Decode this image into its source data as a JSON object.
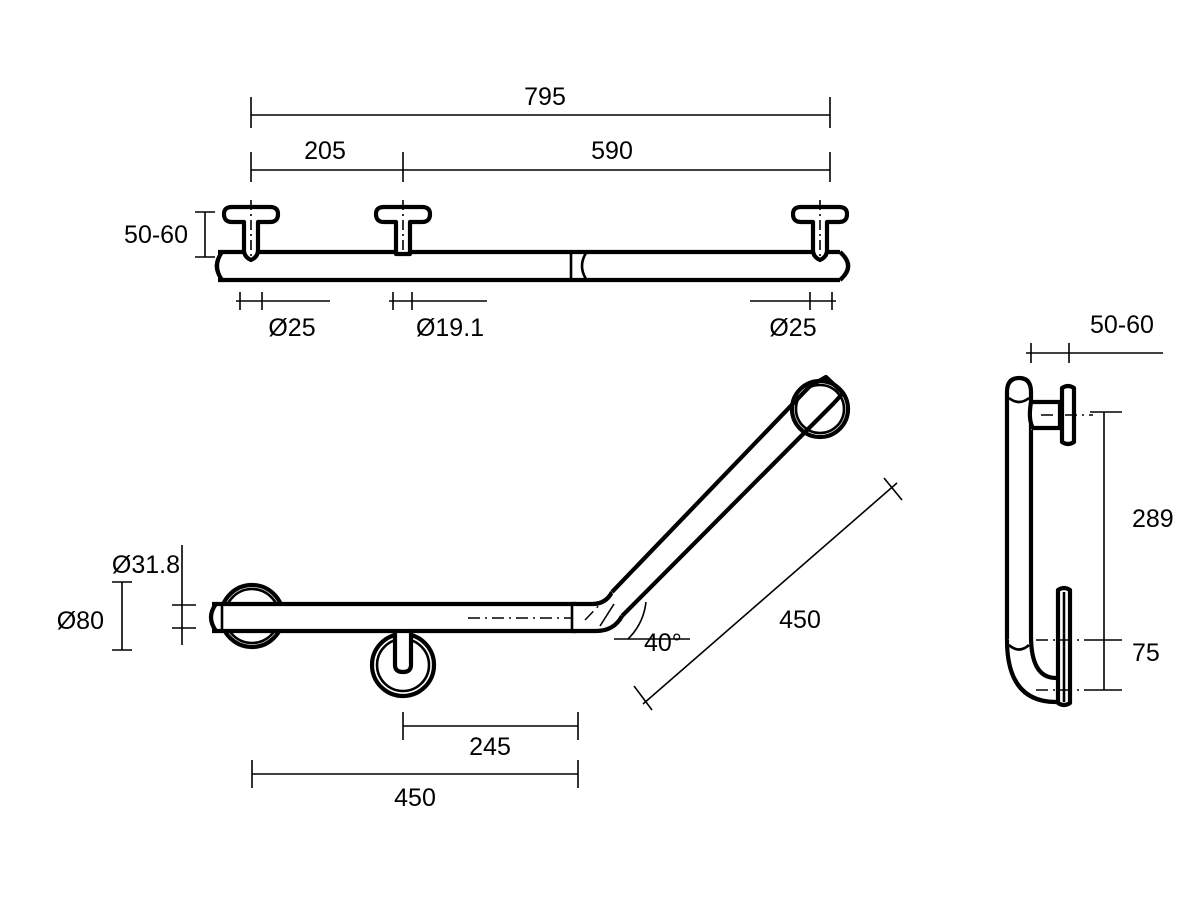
{
  "drawing": {
    "title": "Angled grab rail technical drawing",
    "units": "mm",
    "line_color": "#000000",
    "background_color": "#ffffff"
  },
  "views": {
    "top": {
      "name": "front-elevation-view",
      "dimensions": {
        "overall_length": "795",
        "first_segment": "205",
        "second_segment": "590",
        "flange_height": "50-60",
        "flange_diameter_left": "Ø25",
        "support_diameter_mid": "Ø19.1",
        "flange_diameter_right": "Ø25"
      }
    },
    "main": {
      "name": "plan-view-angled-rail",
      "dimensions": {
        "tube_diameter": "Ø31.8",
        "flange_diameter": "Ø80",
        "angle": "40°",
        "angled_leg_length": "450",
        "mid_support_offset": "245",
        "horizontal_leg_length": "450"
      }
    },
    "side": {
      "name": "side-elevation-view",
      "dimensions": {
        "projection": "50-60",
        "overall_height": "289",
        "lower_height": "75"
      }
    }
  }
}
